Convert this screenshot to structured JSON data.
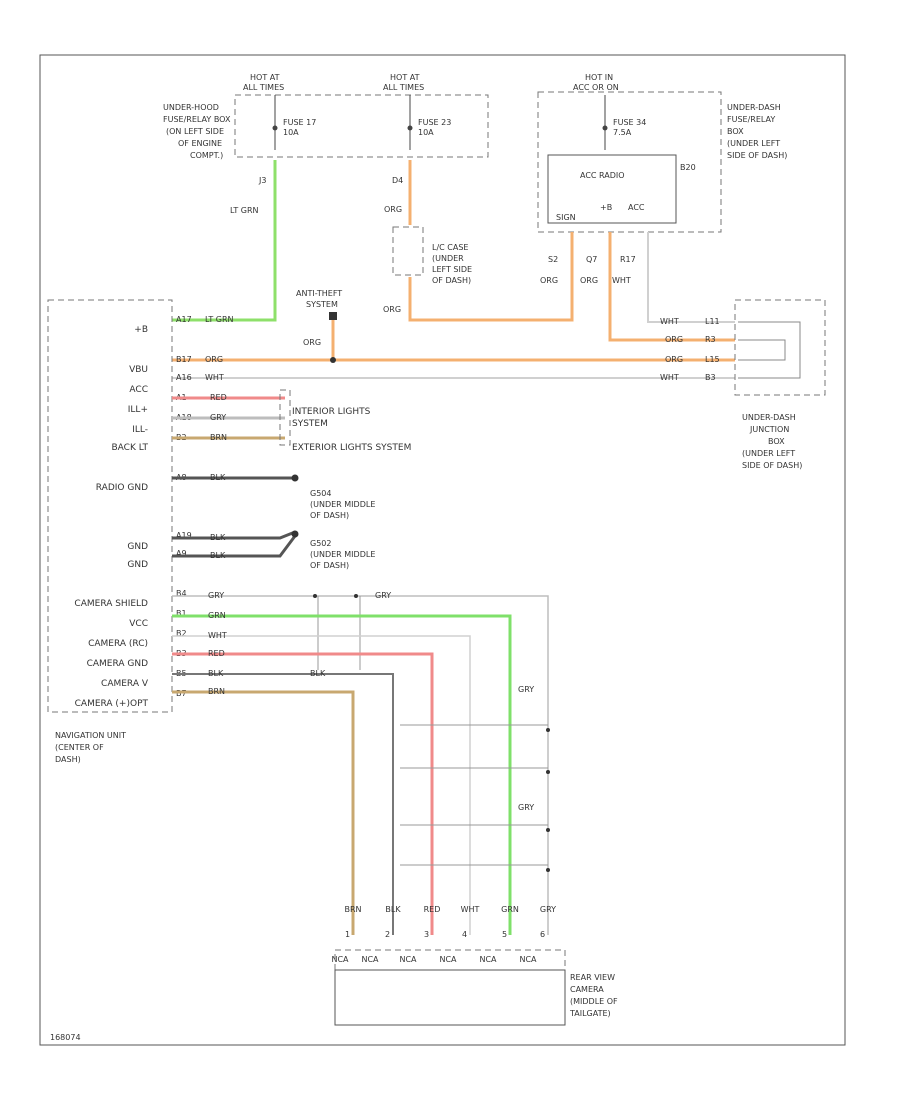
{
  "colors": {
    "lt_grn": "#8ee06a",
    "grn": "#7fe06a",
    "org": "#f4b070",
    "red": "#f08a8a",
    "gry": "#bdbdbd",
    "wht": "#d0d0d0",
    "brn": "#c8a870",
    "blk": "#555555"
  },
  "fuse_boxes": {
    "underhood": {
      "hot1": "HOT AT",
      "hot1b": "ALL TIMES",
      "hot2": "HOT AT",
      "hot2b": "ALL TIMES",
      "fuse17": "FUSE 17",
      "fuse17_amp": "10A",
      "fuse23": "FUSE 23",
      "fuse23_amp": "10A",
      "label": [
        "UNDER-HOOD",
        "FUSE/RELAY BOX",
        "(ON LEFT SIDE",
        "OF ENGINE",
        "COMPT.)"
      ],
      "pin_j3": "J3",
      "pin_d4": "D4"
    },
    "underdash": {
      "hot": "HOT IN",
      "hotb": "ACC OR ON",
      "fuse34": "FUSE 34",
      "fuse34_amp": "7.5A",
      "acc_radio": "ACC RADIO",
      "pin_b20": "B20",
      "relay_pins": [
        "SIGN",
        "+B",
        "ACC"
      ],
      "pin_s2": "S2",
      "pin_q7": "Q7",
      "pin_r17": "R17",
      "label": [
        "UNDER-DASH",
        "FUSE/RELAY",
        "BOX",
        "(UNDER LEFT",
        "SIDE OF DASH)"
      ]
    }
  },
  "connectors": {
    "lc_case": [
      "L/C CASE",
      "(UNDER",
      "LEFT SIDE",
      "OF DASH)"
    ],
    "anti_theft": [
      "ANTI-THEFT",
      "SYSTEM"
    ],
    "junction": [
      "UNDER-DASH",
      "JUNCTION",
      "BOX",
      "(UNDER LEFT",
      "SIDE OF DASH)"
    ],
    "junction_pins": [
      "L11",
      "R3",
      "L15",
      "B3"
    ]
  },
  "wire_colors": {
    "lt_grn": "LT GRN",
    "org": "ORG",
    "wht": "WHT",
    "red": "RED",
    "gry": "GRY",
    "grn": "GRN",
    "brn": "BRN",
    "blk": "BLK"
  },
  "nav_unit": {
    "label": [
      "NAVIGATION UNIT",
      "(CENTER OF",
      "DASH)"
    ],
    "pins": [
      {
        "name": "+B",
        "pin": "A17"
      },
      {
        "name": "VBU",
        "pin": "B17"
      },
      {
        "name": "ACC",
        "pin": "A16"
      },
      {
        "name": "ILL+",
        "pin": "A1"
      },
      {
        "name": "ILL-",
        "pin": "A18"
      },
      {
        "name": "BACK LT",
        "pin": "B2"
      },
      {
        "name": "RADIO GND",
        "pin": "A8"
      },
      {
        "name": "GND",
        "pin": "A19"
      },
      {
        "name": "GND",
        "pin": "A9"
      },
      {
        "name": "CAMERA SHIELD",
        "pin": "B4"
      },
      {
        "name": "VCC",
        "pin": "B1"
      },
      {
        "name": "CAMERA (RC)",
        "pin": "B2"
      },
      {
        "name": "CAMERA GND",
        "pin": "B3"
      },
      {
        "name": "CAMERA V",
        "pin": "B5"
      },
      {
        "name": "CAMERA (+)OPT",
        "pin": "B7"
      }
    ]
  },
  "systems": {
    "interior": [
      "INTERIOR LIGHTS",
      "SYSTEM"
    ],
    "exterior": "EXTERIOR LIGHTS SYSTEM",
    "g504": [
      "G504",
      "(UNDER MIDDLE",
      "OF DASH)"
    ],
    "g502": [
      "G502",
      "(UNDER MIDDLE",
      "OF DASH)"
    ]
  },
  "camera": {
    "wire_labels": [
      "BRN",
      "BLK",
      "RED",
      "WHT",
      "GRN",
      "GRY"
    ],
    "pins": [
      "1",
      "2",
      "3",
      "4",
      "5",
      "6"
    ],
    "nca": [
      "NCA",
      "NCA",
      "NCA",
      "NCA",
      "NCA",
      "NCA"
    ],
    "label": [
      "REAR VIEW",
      "CAMERA",
      "(MIDDLE OF",
      "TAILGATE)"
    ],
    "shield_label": "GRY"
  },
  "footer_code": "168074"
}
